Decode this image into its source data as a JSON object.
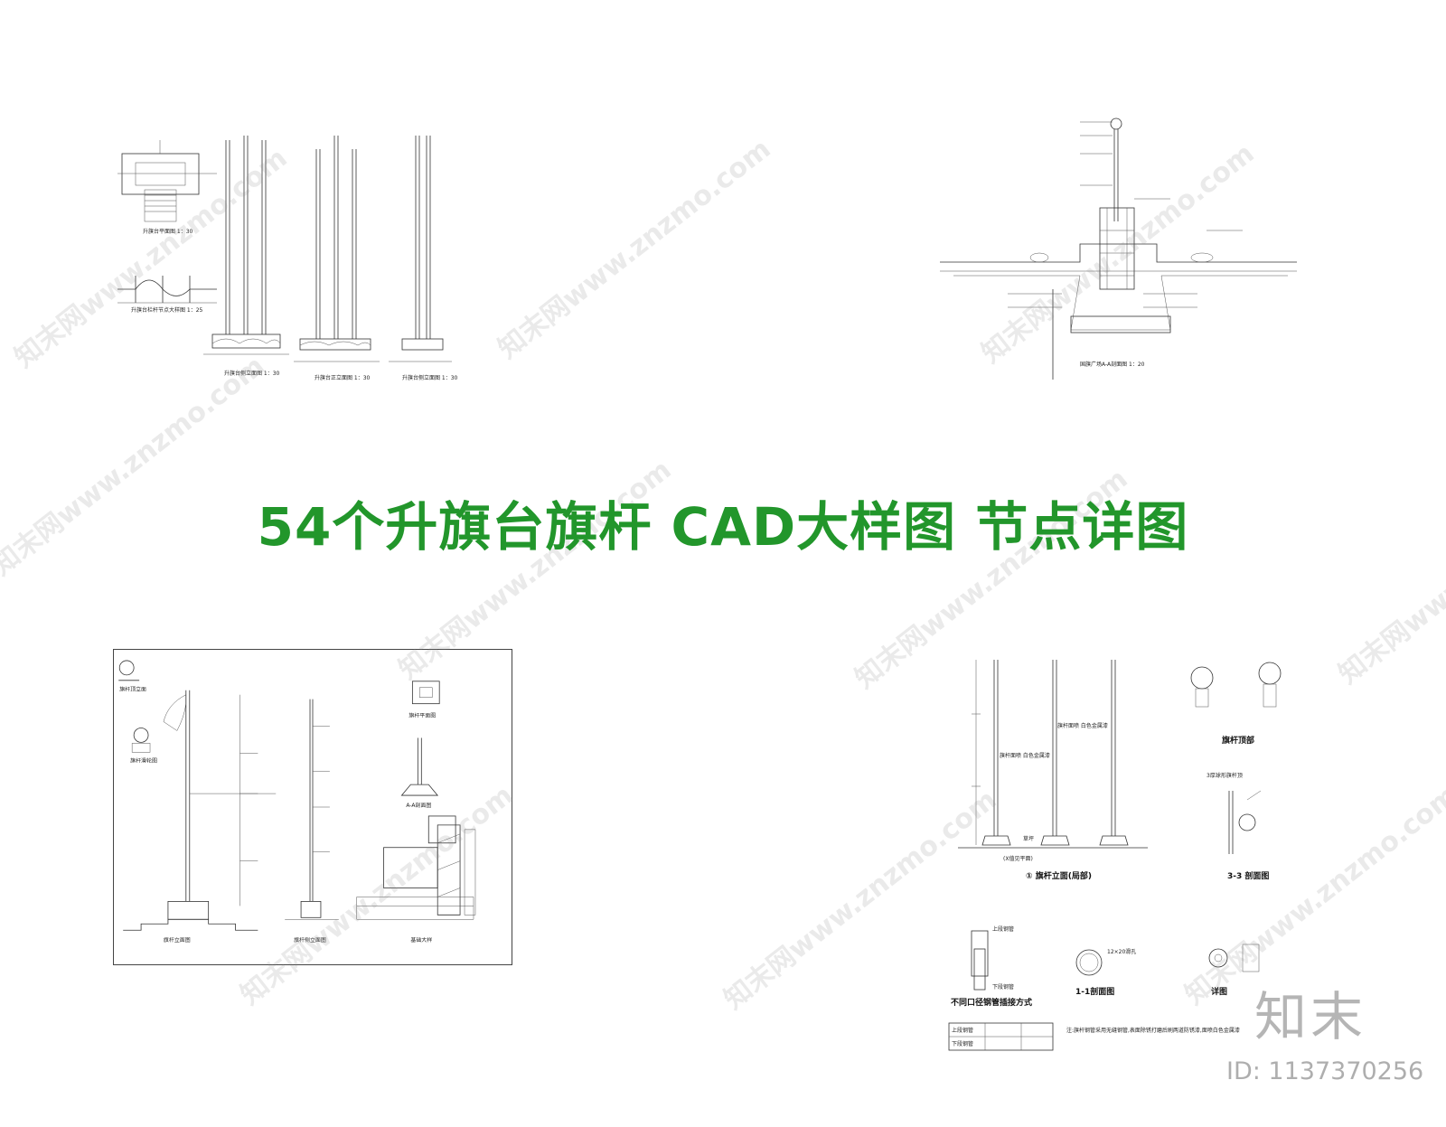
{
  "header": {
    "title": "54个升旗台旗杆 CAD大样图 节点详图"
  },
  "watermark": {
    "text": "知末网www.znzmo.com",
    "logo": "知末",
    "id_label": "ID: 1137370256"
  },
  "drawings": {
    "top_left": {
      "labels": [
        "升旗台平面图 1：30",
        "升旗台栏杆节点大样图 1：25",
        "升旗台侧立面图 1：30",
        "升旗台正立面图 1：30",
        "升旗台侧立面图 1：30"
      ]
    },
    "top_right": {
      "labels": [
        "国旗广场A-A剖面图 1：20"
      ]
    },
    "bottom_left": {
      "labels": [
        "旗杆顶立面",
        "旗杆滑轮图",
        "旗杆立面图",
        "旗杆侧立面图",
        "旗杆平面图",
        "A-A剖面图",
        "基础大样"
      ]
    },
    "bottom_right": {
      "labels": [
        "旗杆面喷 白色金属漆",
        "旗杆面喷 白色金属漆",
        "草坪",
        "(X值见平面)",
        "①  旗杆立面(局部)",
        "旗杆顶部",
        "3厚球形旗杆顶",
        "3-3 剖面图",
        "上段钢管",
        "下段钢管",
        "不同口径钢管插接方式",
        "12×20滑孔",
        "1-1剖面图",
        "详图",
        "上段钢管",
        "下段钢管",
        "注:旗杆钢管采用无缝钢管,表面除锈打磨后刷两道防锈漆,面喷白色金属漆"
      ]
    }
  }
}
